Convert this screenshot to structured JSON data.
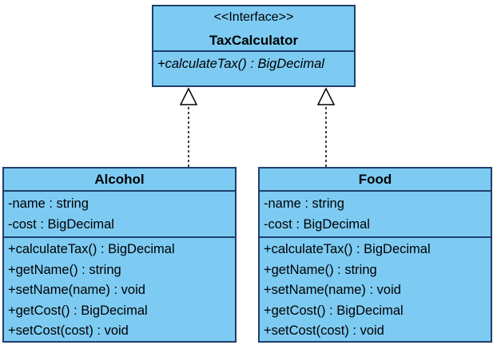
{
  "diagram": {
    "interface": {
      "stereotype": "<<Interface>>",
      "name": "TaxCalculator",
      "operations": [
        "+calculateTax() : BigDecimal"
      ]
    },
    "classes": [
      {
        "name": "Alcohol",
        "attributes": [
          "-name : string",
          "-cost : BigDecimal"
        ],
        "operations": [
          "+calculateTax() : BigDecimal",
          "+getName() : string",
          "+setName(name) : void",
          "+getCost() : BigDecimal",
          "+setCost(cost) : void"
        ]
      },
      {
        "name": "Food",
        "attributes": [
          "-name : string",
          "-cost : BigDecimal"
        ],
        "operations": [
          "+calculateTax() : BigDecimal",
          "+getName() : string",
          "+setName(name) : void",
          "+getCost() : BigDecimal",
          "+setCost(cost) : void"
        ]
      }
    ],
    "relations": [
      {
        "type": "realization",
        "from": "Alcohol",
        "to": "TaxCalculator"
      },
      {
        "type": "realization",
        "from": "Food",
        "to": "TaxCalculator"
      }
    ],
    "colors": {
      "class_fill": "#7dcbf3",
      "border": "#1f3f6a",
      "connector": "#000000"
    }
  }
}
